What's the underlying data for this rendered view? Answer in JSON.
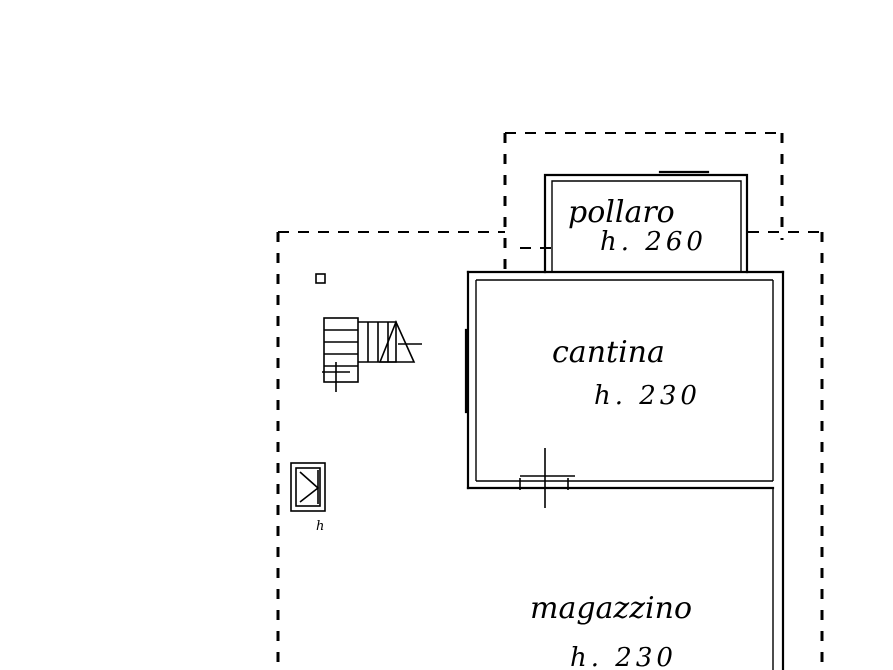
{
  "rooms": {
    "pollaio": {
      "name": "pollaro",
      "height": "h. 260"
    },
    "cantina": {
      "name": "cantina",
      "height": "h. 230"
    },
    "magazzino": {
      "name": "magazzino",
      "height": "h. 230"
    }
  },
  "markers": {
    "square": "",
    "symbol_label": "h"
  },
  "colors": {
    "ink": "#000000",
    "paper": "#ffffff"
  }
}
